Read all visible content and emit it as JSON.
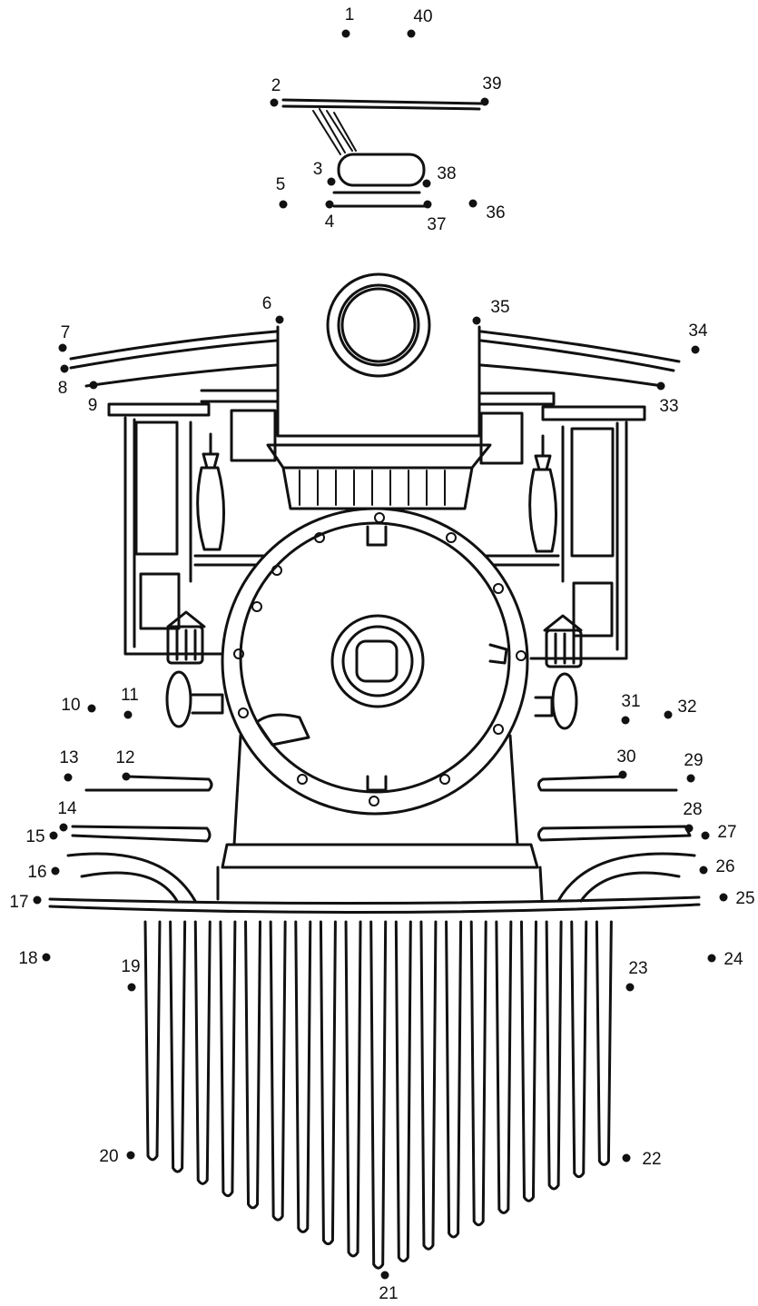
{
  "puzzle": {
    "type": "connect-the-dots",
    "subject_icon": "steam-locomotive-front-icon",
    "ink_color": "#111111",
    "background_color": "#ffffff",
    "dot_labels": [
      "1",
      "2",
      "3",
      "4",
      "5",
      "6",
      "7",
      "8",
      "9",
      "10",
      "11",
      "12",
      "13",
      "14",
      "15",
      "16",
      "17",
      "18",
      "19",
      "20",
      "21",
      "22",
      "23",
      "24",
      "25",
      "26",
      "27",
      "28",
      "29",
      "30",
      "31",
      "32",
      "33",
      "34",
      "35",
      "36",
      "37",
      "38",
      "39",
      "40"
    ]
  }
}
